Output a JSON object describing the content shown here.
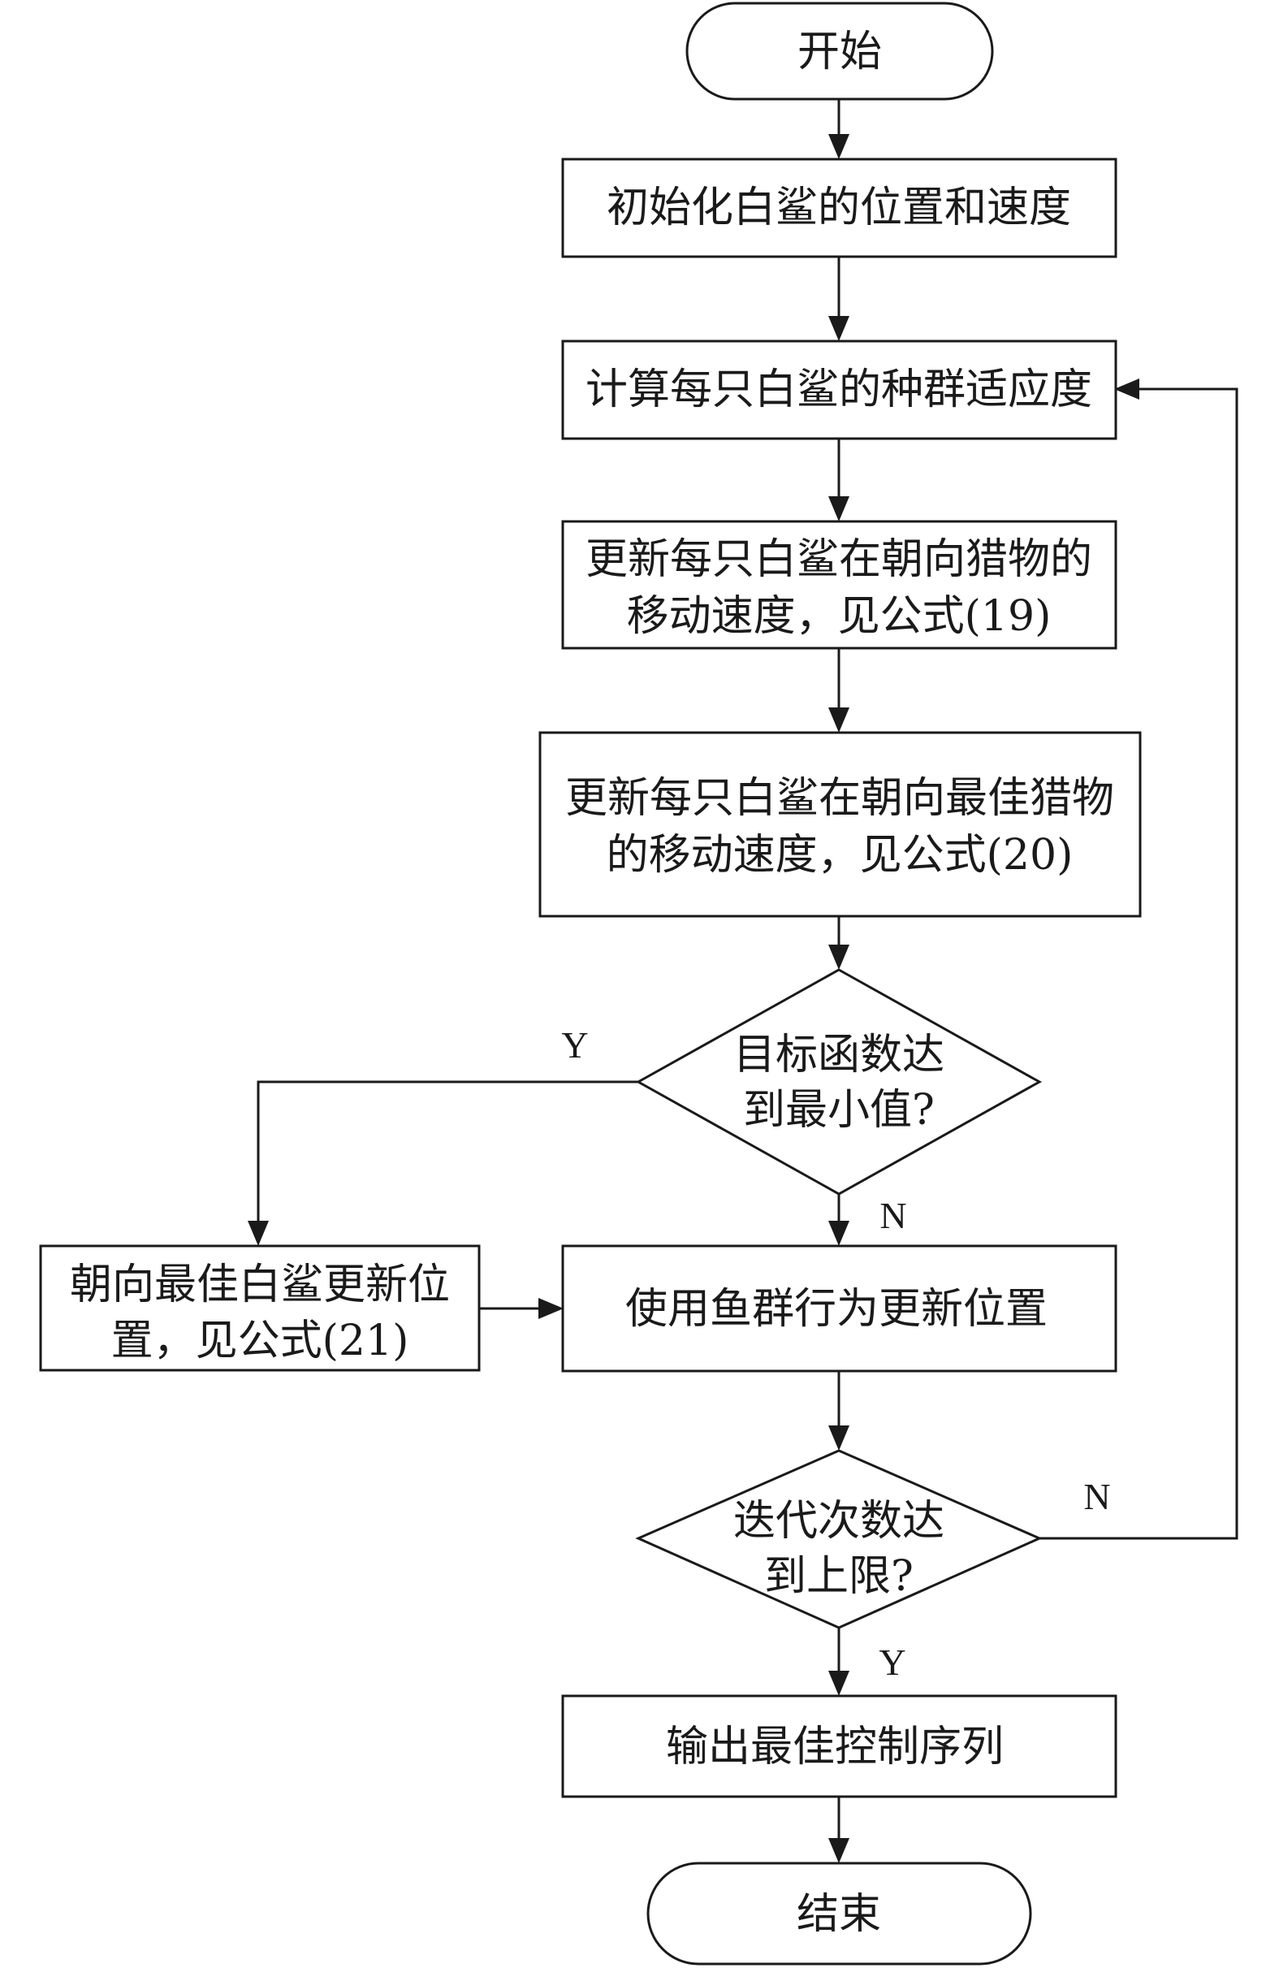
{
  "nodes": {
    "start": {
      "text": "开始"
    },
    "init": {
      "text": "初始化白鲨的位置和速度"
    },
    "fitness": {
      "text": "计算每只白鲨的种群适应度"
    },
    "update_prey": {
      "lines": [
        "更新每只白鲨在朝向猎物的",
        "移动速度，见公式(19)"
      ]
    },
    "update_best_prey": {
      "lines": [
        "更新每只白鲨在朝向最佳猎物",
        "的移动速度，见公式(20)"
      ]
    },
    "decision_min": {
      "lines": [
        "目标函数达",
        "到最小值?"
      ]
    },
    "toward_best": {
      "lines": [
        "朝向最佳白鲨更新位",
        "置，见公式(21)"
      ]
    },
    "fish_school": {
      "text": "使用鱼群行为更新位置"
    },
    "decision_iter": {
      "lines": [
        "迭代次数达",
        "到上限?"
      ]
    },
    "output": {
      "text": "输出最佳控制序列"
    },
    "end": {
      "text": "结束"
    }
  },
  "edges": {
    "min_yes": "Y",
    "min_no": "N",
    "iter_no": "N",
    "iter_yes": "Y"
  }
}
